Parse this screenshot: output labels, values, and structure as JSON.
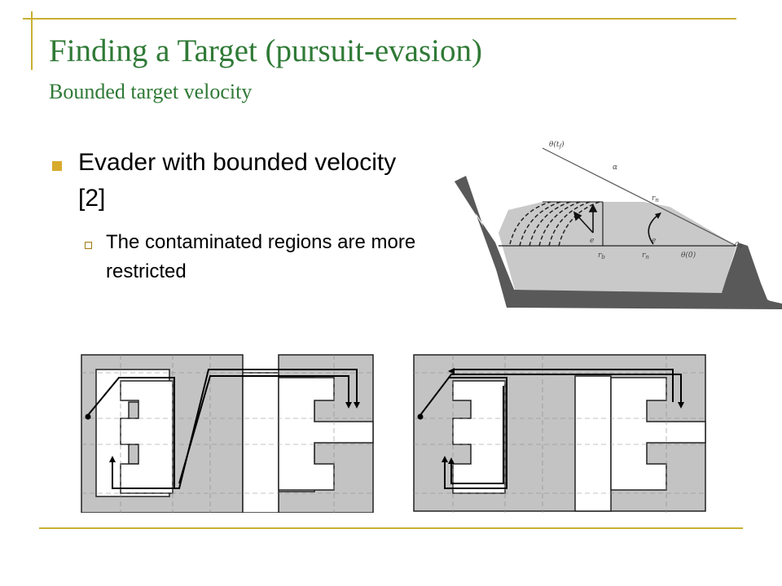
{
  "slide": {
    "title": "Finding a Target (pursuit-evasion)",
    "subtitle": "Bounded target velocity",
    "bullet": "Evader with bounded velocity [2]",
    "sub_bullet": "The contaminated regions are more restricted"
  },
  "diagram_labels": {
    "theta_tf": "θ(t",
    "theta_tf_sub": "f",
    "theta_tf_close": ")",
    "alpha": "α",
    "rn_top": "r",
    "rn_top_sub": "n",
    "e_left": "e",
    "e_right": "e",
    "rb": "r",
    "rb_sub": "b",
    "rn_bottom": "r",
    "rn_bottom_sub": "n",
    "theta_0": "θ(0)",
    "a_alpha": "a",
    "a_alpha_sub": "α"
  },
  "colors": {
    "title": "#2f7a36",
    "accent": "#c9b032",
    "bullet": "#d8ab2c",
    "obstacle": "#595959",
    "free_region": "#c9c9c9",
    "map_fill": "#c3c3c3"
  }
}
